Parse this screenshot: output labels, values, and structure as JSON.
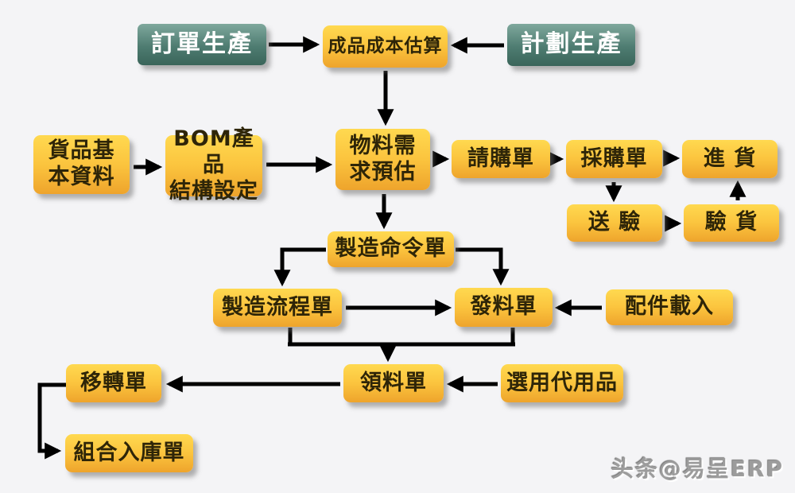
{
  "diagram_title": "ERP production flow",
  "colors": {
    "background": "#f4f4f6",
    "node_yellow_top": "#ffd950",
    "node_yellow_bottom": "#eea42c",
    "node_teal_top": "#7fa89d",
    "node_teal_bottom": "#3a655a",
    "node_text_dark": "#2e2508",
    "node_text_light": "#ffffff",
    "arrow": "#000000"
  },
  "nodes": {
    "order_production": {
      "lines": [
        "訂單生產"
      ],
      "type": "teal"
    },
    "cost_estimate": {
      "lines": [
        "成品成本估算"
      ],
      "type": "yellow"
    },
    "planned_production": {
      "lines": [
        "計劃生產"
      ],
      "type": "teal"
    },
    "item_master": {
      "lines": [
        "貨品基",
        "本資料"
      ],
      "type": "yellow"
    },
    "bom_setup": {
      "lines": [
        "BOM產品",
        "結構設定"
      ],
      "type": "yellow"
    },
    "mrp_forecast": {
      "lines": [
        "物料需",
        "求預估"
      ],
      "type": "yellow"
    },
    "purchase_request": {
      "lines": [
        "請購單"
      ],
      "type": "yellow"
    },
    "purchase_order": {
      "lines": [
        "採購單"
      ],
      "type": "yellow"
    },
    "goods_receipt": {
      "lines": [
        "進 貨"
      ],
      "type": "yellow"
    },
    "send_inspection": {
      "lines": [
        "送 驗"
      ],
      "type": "yellow"
    },
    "goods_inspection": {
      "lines": [
        "驗 貨"
      ],
      "type": "yellow"
    },
    "mfg_order": {
      "lines": [
        "製造命令單"
      ],
      "type": "yellow"
    },
    "mfg_process": {
      "lines": [
        "製造流程單"
      ],
      "type": "yellow"
    },
    "material_issue": {
      "lines": [
        "發料單"
      ],
      "type": "yellow"
    },
    "component_load": {
      "lines": [
        "配件載入"
      ],
      "type": "yellow"
    },
    "material_requisition": {
      "lines": [
        "領料單"
      ],
      "type": "yellow"
    },
    "substitute_item": {
      "lines": [
        "選用代用品"
      ],
      "type": "yellow"
    },
    "transfer_slip": {
      "lines": [
        "移轉單"
      ],
      "type": "yellow"
    },
    "assembly_warehouse": {
      "lines": [
        "組合入庫單"
      ],
      "type": "yellow"
    }
  },
  "edges": [
    {
      "from": "order_production",
      "to": "cost_estimate"
    },
    {
      "from": "planned_production",
      "to": "cost_estimate"
    },
    {
      "from": "cost_estimate",
      "to": "mrp_forecast"
    },
    {
      "from": "item_master",
      "to": "bom_setup"
    },
    {
      "from": "bom_setup",
      "to": "mrp_forecast"
    },
    {
      "from": "mrp_forecast",
      "to": "purchase_request"
    },
    {
      "from": "purchase_request",
      "to": "purchase_order"
    },
    {
      "from": "purchase_order",
      "to": "goods_receipt"
    },
    {
      "from": "purchase_order",
      "to": "send_inspection"
    },
    {
      "from": "send_inspection",
      "to": "goods_inspection"
    },
    {
      "from": "goods_inspection",
      "to": "goods_receipt"
    },
    {
      "from": "mrp_forecast",
      "to": "mfg_order"
    },
    {
      "from": "mfg_order",
      "to": "mfg_process"
    },
    {
      "from": "mfg_order",
      "to": "material_issue"
    },
    {
      "from": "mfg_process",
      "to": "material_issue"
    },
    {
      "from": "component_load",
      "to": "material_issue"
    },
    {
      "from": "mfg_process",
      "to": "material_requisition"
    },
    {
      "from": "material_issue",
      "to": "material_requisition"
    },
    {
      "from": "substitute_item",
      "to": "material_requisition"
    },
    {
      "from": "material_requisition",
      "to": "transfer_slip"
    },
    {
      "from": "transfer_slip",
      "to": "assembly_warehouse"
    }
  ],
  "watermark": "头条@易呈ERP"
}
